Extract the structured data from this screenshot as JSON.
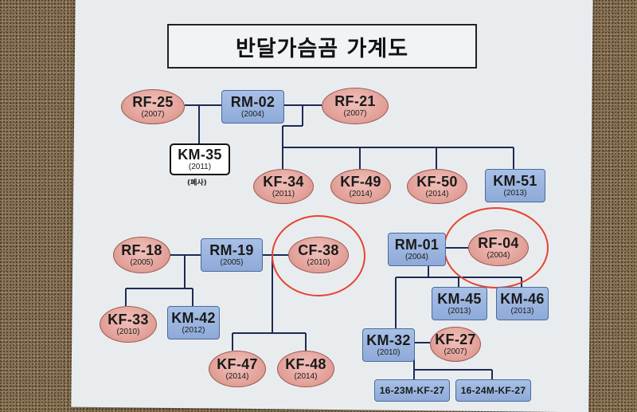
{
  "title": "반달가슴곰 가계도",
  "note": "(폐사)",
  "nodes": {
    "rf25": {
      "code": "RF-25",
      "year": "(2007)"
    },
    "rm02": {
      "code": "RM-02",
      "year": "(2004)"
    },
    "rf21": {
      "code": "RF-21",
      "year": "(2007)"
    },
    "km35": {
      "code": "KM-35",
      "year": "(2011)"
    },
    "kf34": {
      "code": "KF-34",
      "year": "(2011)"
    },
    "kf49": {
      "code": "KF-49",
      "year": "(2014)"
    },
    "kf50": {
      "code": "KF-50",
      "year": "(2014)"
    },
    "km51": {
      "code": "KM-51",
      "year": "(2013)"
    },
    "rf18": {
      "code": "RF-18",
      "year": "(2005)"
    },
    "rm19": {
      "code": "RM-19",
      "year": "(2005)"
    },
    "cf38": {
      "code": "CF-38",
      "year": "(2010)"
    },
    "kf33": {
      "code": "KF-33",
      "year": "(2010)"
    },
    "km42": {
      "code": "KM-42",
      "year": "(2012)"
    },
    "kf47": {
      "code": "KF-47",
      "year": "(2014)"
    },
    "kf48": {
      "code": "KF-48",
      "year": "(2014)"
    },
    "rm01": {
      "code": "RM-01",
      "year": "(2004)"
    },
    "rf04": {
      "code": "RF-04",
      "year": "(2004)"
    },
    "km45": {
      "code": "KM-45",
      "year": "(2013)"
    },
    "km46": {
      "code": "KM-46",
      "year": "(2013)"
    },
    "km32": {
      "code": "KM-32",
      "year": "(2010)"
    },
    "kf27": {
      "code": "KF-27",
      "year": "(2007)"
    },
    "c16_23": {
      "code": "16-23M-KF-27"
    },
    "c16_24": {
      "code": "16-24M-KF-27"
    }
  },
  "colors": {
    "female": "#e3a39b",
    "male": "#8eaad8",
    "highlight_circle": "#e8432f"
  }
}
